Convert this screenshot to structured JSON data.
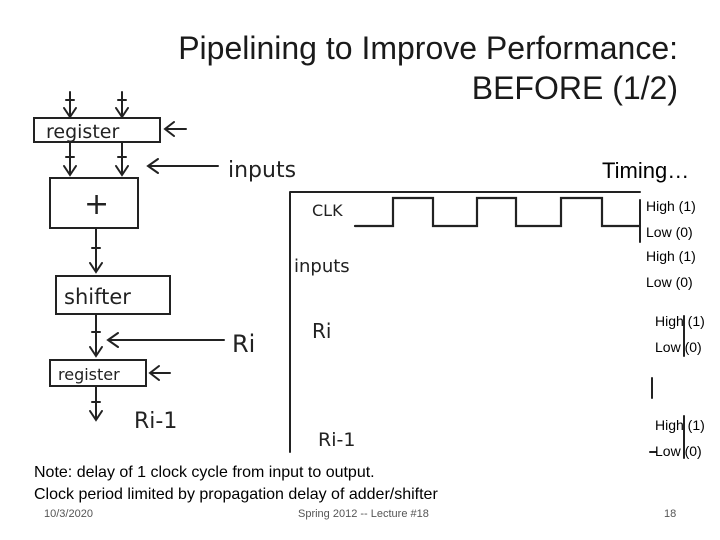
{
  "title": {
    "line1": "Pipelining to Improve Performance:",
    "line2": "BEFORE (1/2)"
  },
  "diagram": {
    "blocks": {
      "register_top": "register",
      "adder": "+",
      "shifter": "shifter",
      "register_bottom": "register"
    },
    "labels": {
      "inputs": "inputs",
      "ri": "Ri",
      "ri_minus_1": "Ri-1"
    }
  },
  "timing": {
    "heading": "Timing…",
    "signals": {
      "clk": "CLK",
      "inputs": "inputs",
      "ri": "Ri",
      "ri_minus_1": "Ri-1"
    },
    "levels": {
      "clk_high": "High (1)",
      "clk_low": "Low (0)",
      "inputs_high": "High (1)",
      "inputs_low": "Low (0)",
      "ri_high": "High (1)",
      "ri_low": "Low (0)",
      "ri1_high": "High (1)",
      "ri1_low": "Low (0)"
    }
  },
  "note": {
    "line1": "Note: delay of 1 clock cycle from input to output.",
    "line2": "Clock period limited by propagation delay of adder/shifter"
  },
  "footer": {
    "date": "10/3/2020",
    "lecture": "Spring 2012 -- Lecture #18",
    "page": "18"
  }
}
